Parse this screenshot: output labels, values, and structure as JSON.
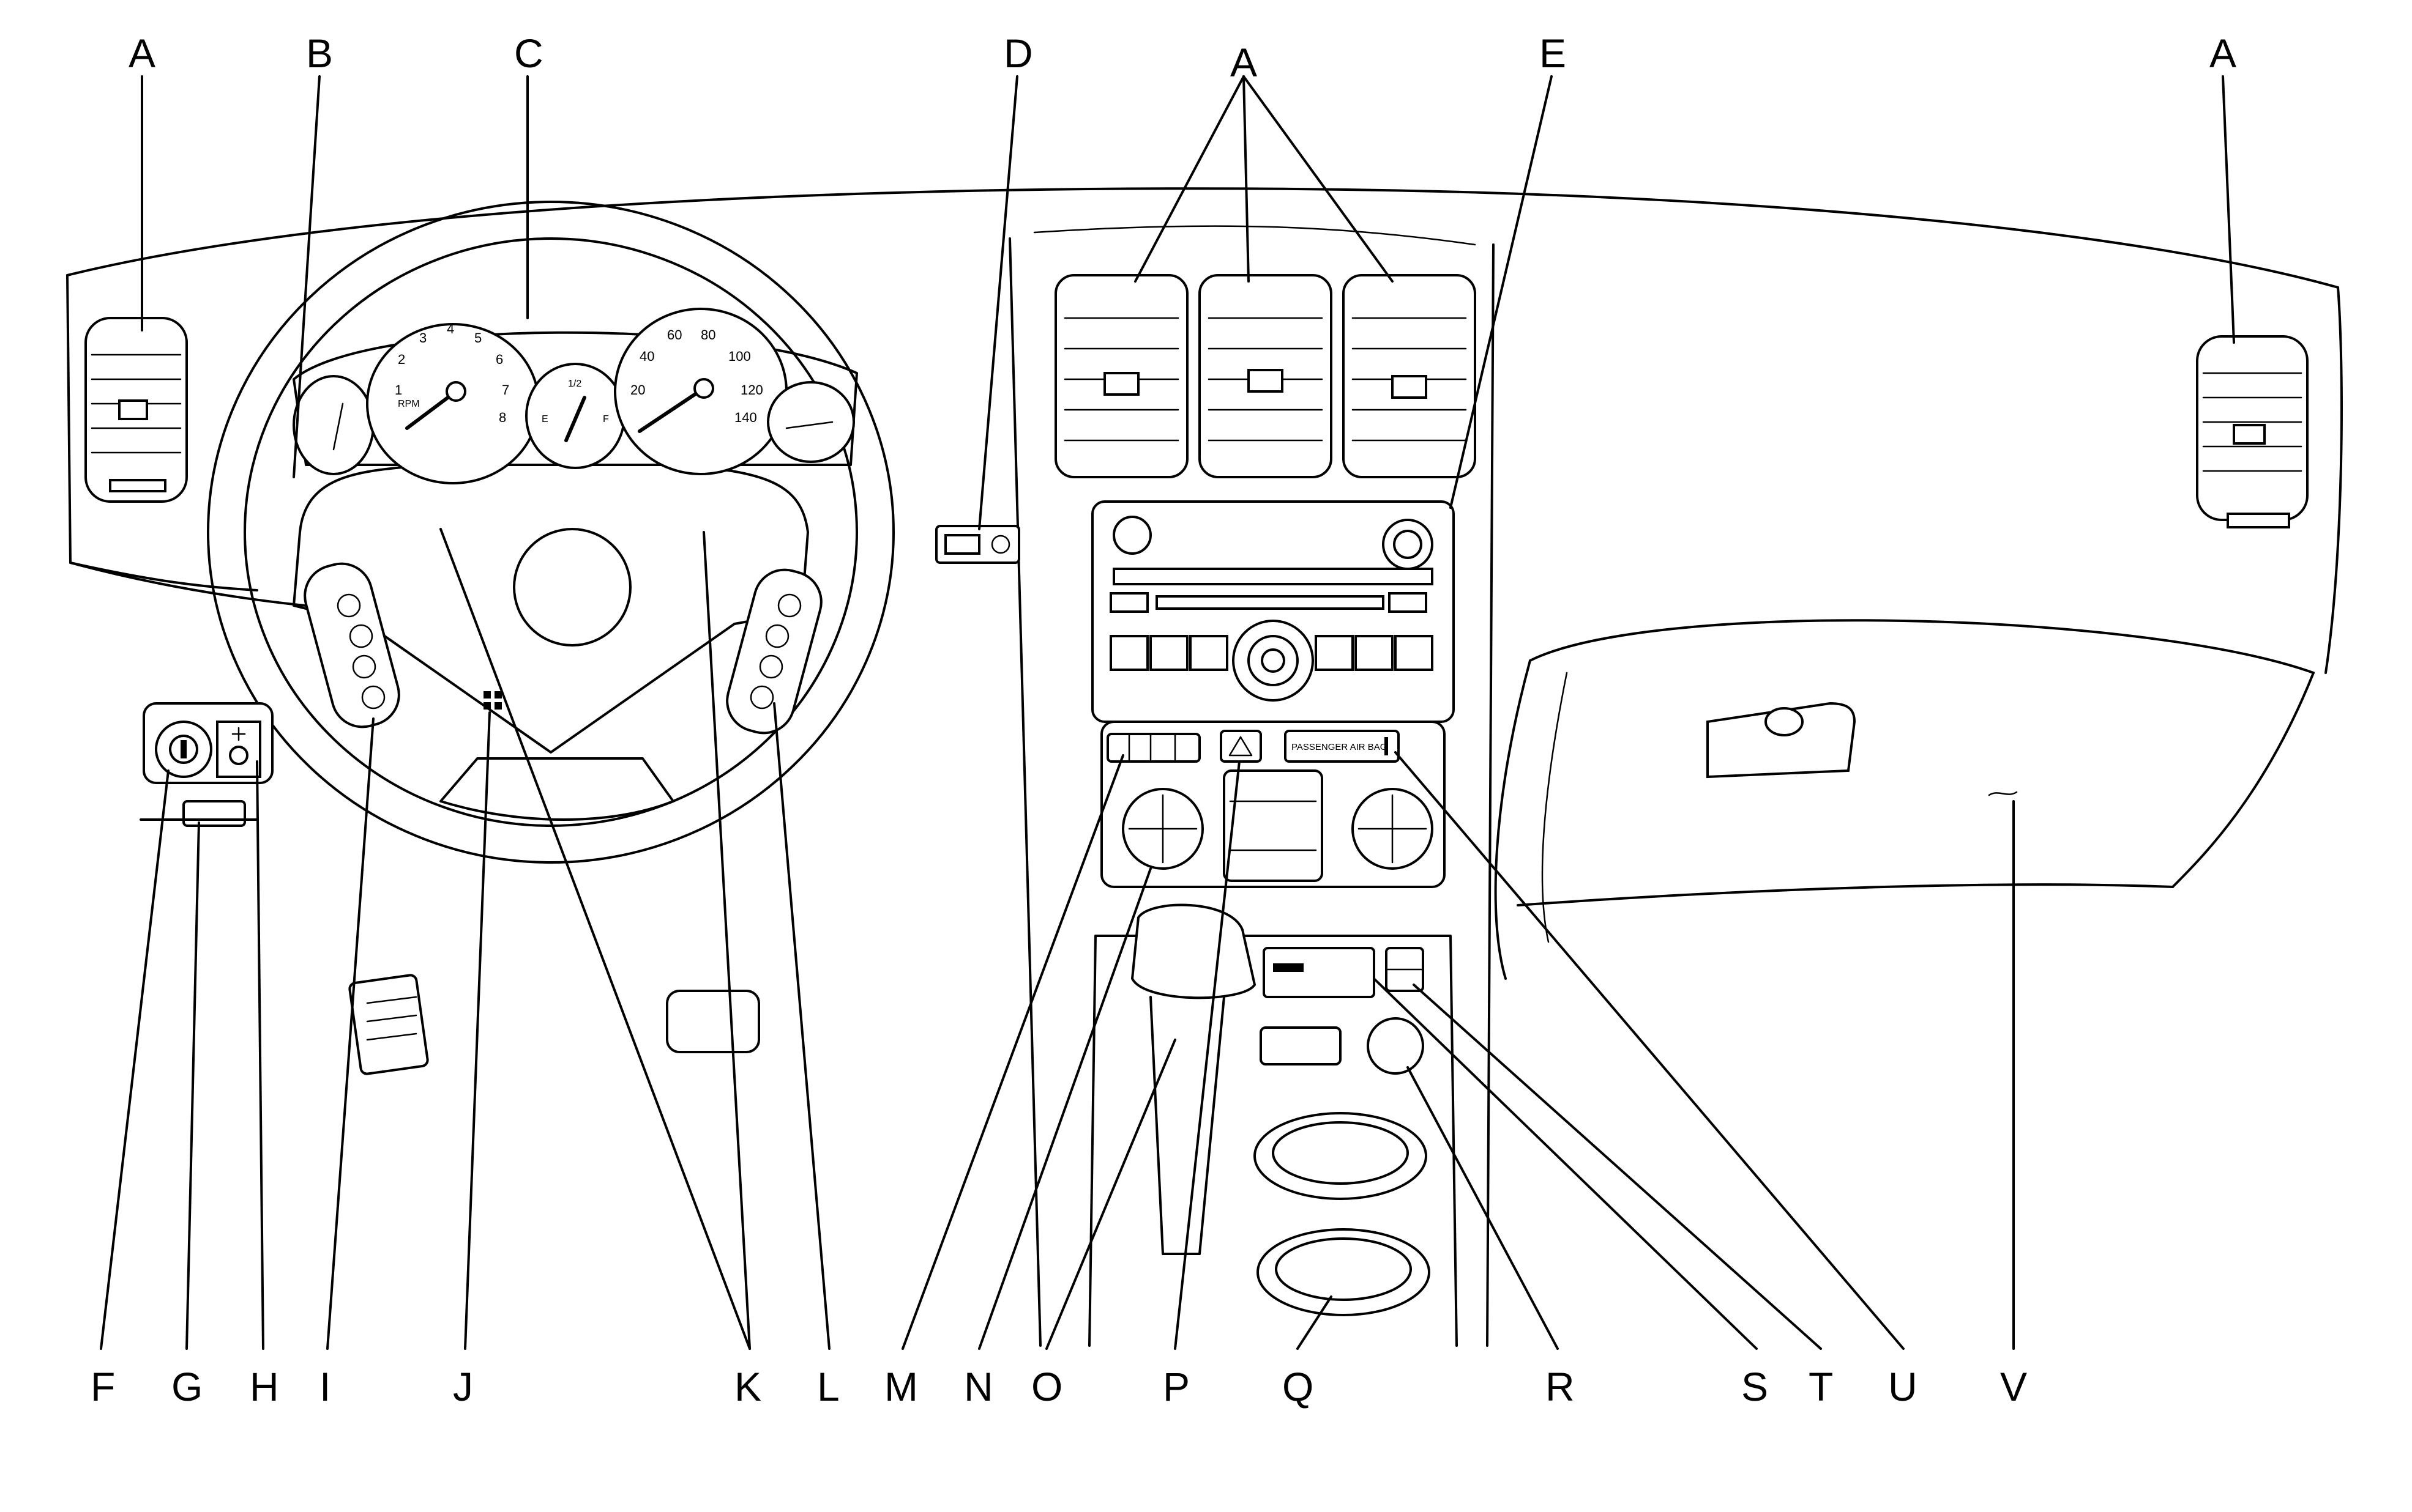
{
  "callouts": {
    "A": "A",
    "B": "B",
    "C": "C",
    "D": "D",
    "E": "E",
    "F": "F",
    "G": "G",
    "H": "H",
    "I": "I",
    "J": "J",
    "K": "K",
    "L": "L",
    "M": "M",
    "N": "N",
    "O": "O",
    "P": "P",
    "Q": "Q",
    "R": "R",
    "S": "S",
    "T": "T",
    "U": "U",
    "V": "V"
  },
  "tachometer": {
    "ticks": [
      "1",
      "2",
      "3",
      "4",
      "5",
      "6",
      "7",
      "8"
    ],
    "unit": "RPM"
  },
  "speedometer": {
    "ticks": [
      "20",
      "40",
      "60",
      "80",
      "100",
      "120",
      "140"
    ]
  },
  "fuel_gauge": {
    "empty": "E",
    "full": "F",
    "half": "1/2"
  },
  "passenger_airbag_label": "PASSENGER AIR BAG",
  "icons": [
    "vent-icon",
    "ignition-switch-icon",
    "dimmer-icon",
    "gear-shifter-icon",
    "hazard-icon",
    "cupholder-icon",
    "glove-box-icon",
    "horn-icon"
  ]
}
